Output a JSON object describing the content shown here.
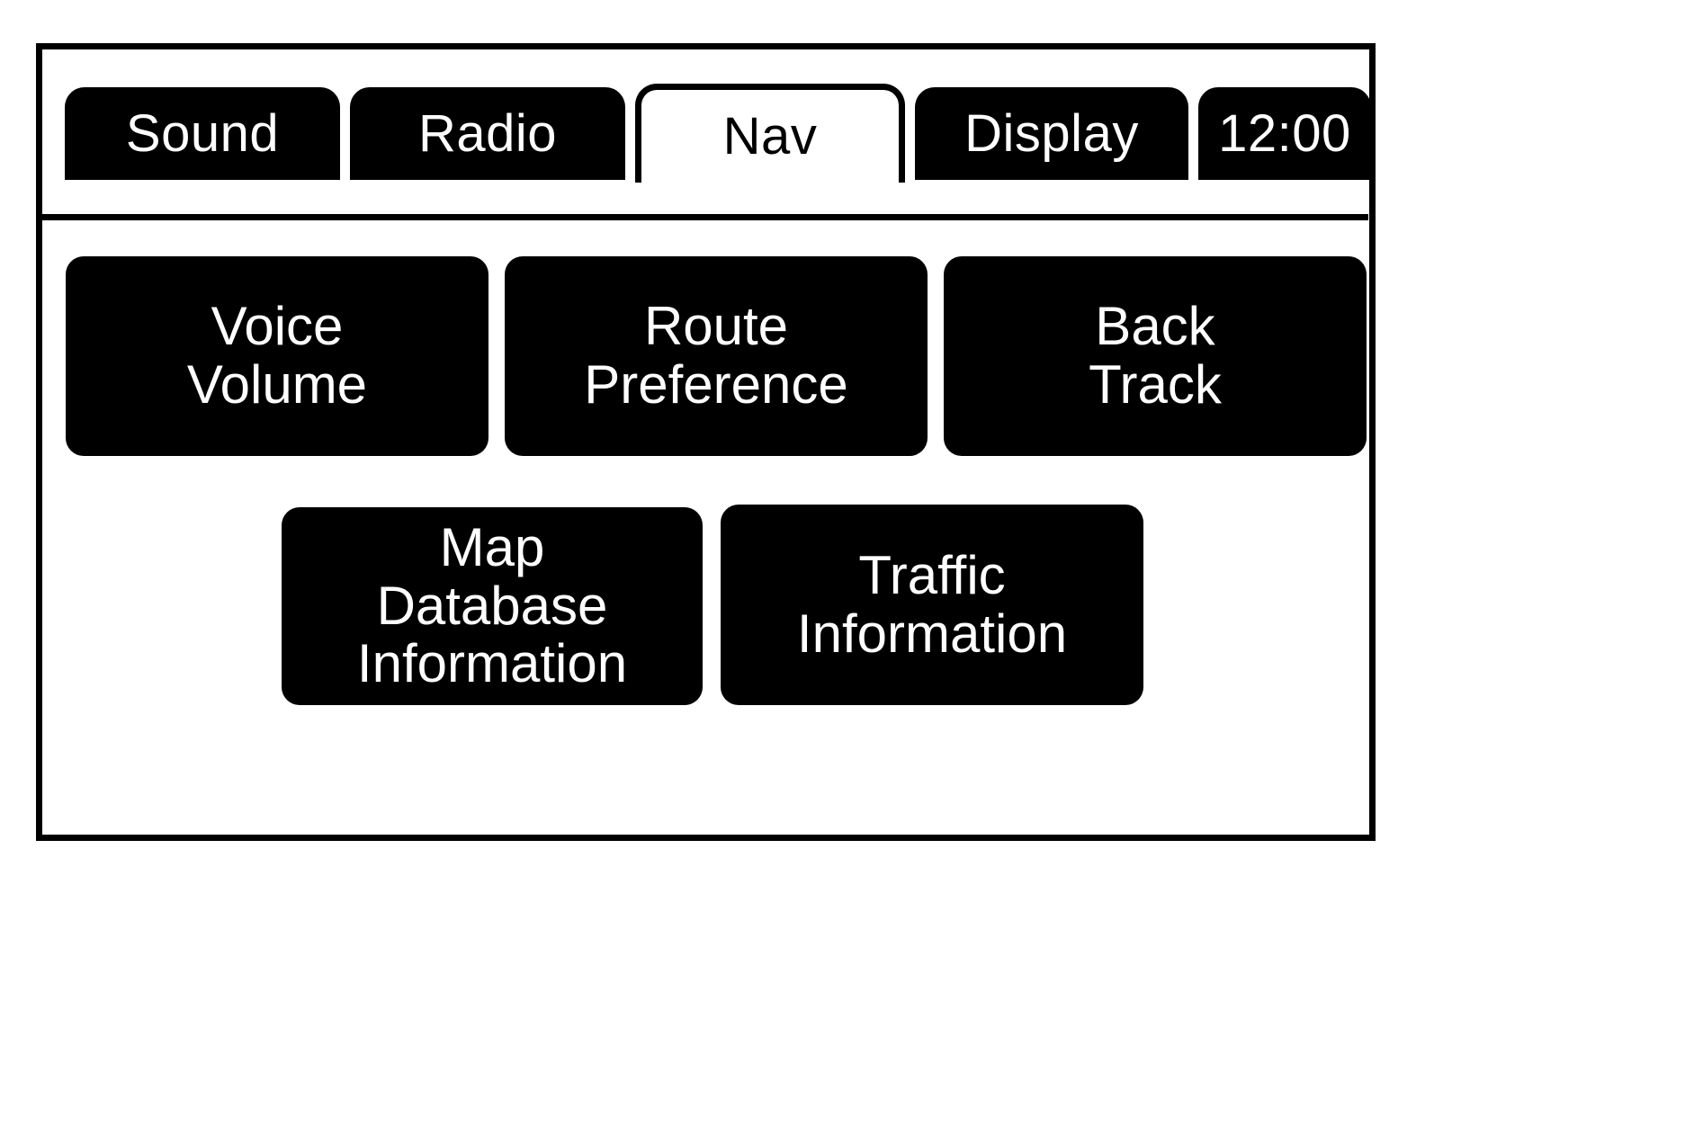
{
  "device": {
    "name": "Navigation Settings Screen",
    "frame_color": "#000000",
    "background_color": "#ffffff",
    "button_color": "#000000",
    "button_text_color": "#ffffff"
  },
  "tab_bar": {
    "active_tab": "Nav",
    "tabs": [
      {
        "id": "sound",
        "label": "Sound",
        "active": false
      },
      {
        "id": "radio",
        "label": "Radio",
        "active": false
      },
      {
        "id": "nav",
        "label": "Nav",
        "active": true
      },
      {
        "id": "display",
        "label": "Display",
        "active": false
      }
    ],
    "clock": {
      "label": "12:00"
    }
  },
  "main": {
    "rows": [
      {
        "buttons": [
          {
            "id": "voice-volume",
            "lines": [
              "Voice",
              "Volume"
            ]
          },
          {
            "id": "route-preference",
            "lines": [
              "Route",
              "Preference"
            ]
          },
          {
            "id": "back-track",
            "lines": [
              "Back",
              "Track"
            ]
          }
        ]
      },
      {
        "buttons": [
          {
            "id": "map-database-information",
            "lines": [
              "Map",
              "Database",
              "Information"
            ]
          },
          {
            "id": "traffic-information",
            "lines": [
              "Traffic",
              "Information"
            ]
          }
        ]
      }
    ]
  }
}
